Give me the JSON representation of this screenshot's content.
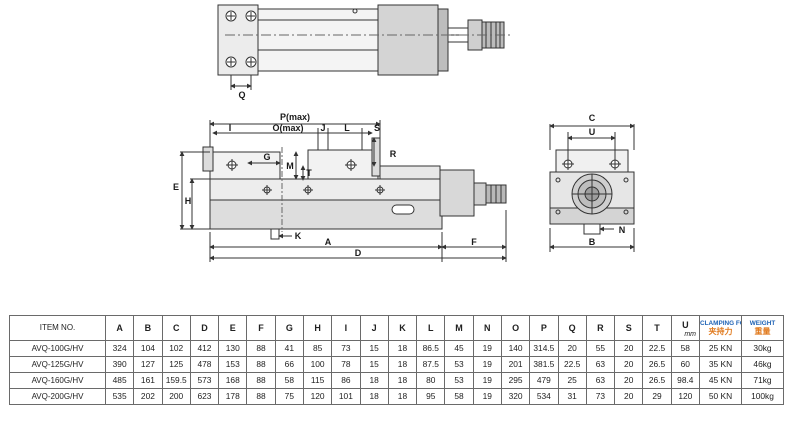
{
  "drawing": {
    "labels": {
      "Q": "Q",
      "P": "P(max)",
      "O": "O(max)",
      "I": "I",
      "J": "J",
      "L": "L",
      "S": "S",
      "G": "G",
      "M": "M",
      "T": "T",
      "R": "R",
      "E": "E",
      "H": "H",
      "K": "K",
      "A": "A",
      "F": "F",
      "D": "D",
      "C": "C",
      "U": "U",
      "N": "N",
      "B": "B"
    }
  },
  "table": {
    "item_header": "ITEM NO.",
    "letters": [
      "A",
      "B",
      "C",
      "D",
      "E",
      "F",
      "G",
      "H",
      "I",
      "J",
      "K",
      "L",
      "M",
      "N",
      "O",
      "P",
      "Q",
      "R",
      "S",
      "T",
      "U"
    ],
    "unit_label": "mm",
    "clamping_force_header": "CLAMPING FORCE",
    "clamping_force_cn": "夹持力",
    "weight_header": "WEIGHT",
    "weight_cn": "重量",
    "rows": [
      {
        "item": "AVQ-100G/HV",
        "values": [
          "324",
          "104",
          "102",
          "412",
          "130",
          "88",
          "41",
          "85",
          "73",
          "15",
          "18",
          "86.5",
          "45",
          "19",
          "140",
          "314.5",
          "20",
          "55",
          "20",
          "22.5",
          "58"
        ],
        "force": "25 KN",
        "weight": "30kg"
      },
      {
        "item": "AVQ-125G/HV",
        "values": [
          "390",
          "127",
          "125",
          "478",
          "153",
          "88",
          "66",
          "100",
          "78",
          "15",
          "18",
          "87.5",
          "53",
          "19",
          "201",
          "381.5",
          "22.5",
          "63",
          "20",
          "26.5",
          "60"
        ],
        "force": "35 KN",
        "weight": "46kg"
      },
      {
        "item": "AVQ-160G/HV",
        "values": [
          "485",
          "161",
          "159.5",
          "573",
          "168",
          "88",
          "58",
          "115",
          "86",
          "18",
          "18",
          "80",
          "53",
          "19",
          "295",
          "479",
          "25",
          "63",
          "20",
          "26.5",
          "98.4"
        ],
        "force": "45 KN",
        "weight": "71kg"
      },
      {
        "item": "AVQ-200G/HV",
        "values": [
          "535",
          "202",
          "200",
          "623",
          "178",
          "88",
          "75",
          "120",
          "101",
          "18",
          "18",
          "95",
          "58",
          "19",
          "320",
          "534",
          "31",
          "73",
          "20",
          "29",
          "120"
        ],
        "force": "50 KN",
        "weight": "100kg"
      }
    ]
  }
}
